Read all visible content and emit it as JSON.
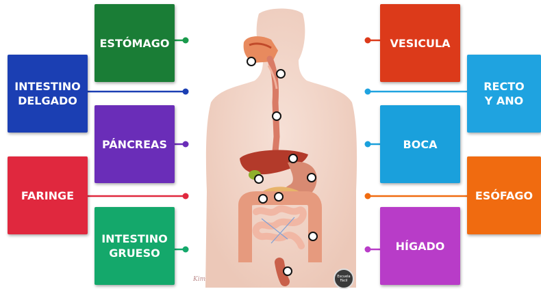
{
  "labels": {
    "estomago": {
      "text": "ESTÓMAGO",
      "color": "#1a7d36"
    },
    "intestino_delgado": {
      "text": "INTESTINO\nDELGADO",
      "color": "#1b3fb3"
    },
    "pancreas": {
      "text": "PÁNCREAS",
      "color": "#6a2db8"
    },
    "faringe": {
      "text": "FARINGE",
      "color": "#e0283e"
    },
    "intestino_grueso": {
      "text": "INTESTINO\nGRUESO",
      "color": "#14a86b"
    },
    "vesicula": {
      "text": "VESICULA",
      "color": "#dc3a1a"
    },
    "recto_y_ano": {
      "text": "RECTO\nY ANO",
      "color": "#1fa3e0"
    },
    "boca": {
      "text": "BOCA",
      "color": "#1aa0dc"
    },
    "esofago": {
      "text": "ESÓFAGO",
      "color": "#f06b10"
    },
    "higado": {
      "text": "HÍGADO",
      "color": "#b83cc8"
    }
  },
  "credit": "Kim",
  "badge": "Escuela Fácil"
}
